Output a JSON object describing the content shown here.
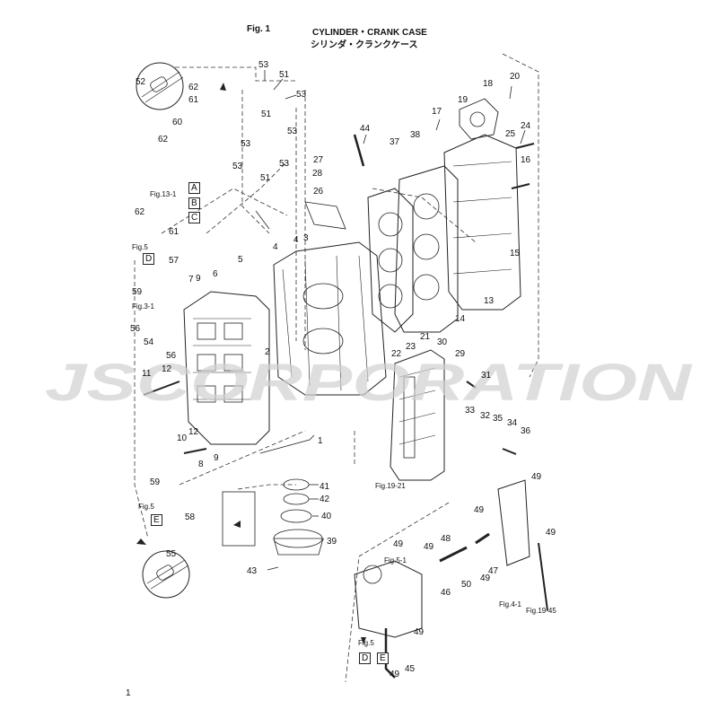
{
  "header": {
    "fig_label": "Fig. 1",
    "title_en": "CYLINDER・CRANK CASE",
    "title_jp": "シリンダ・クランクケース"
  },
  "watermark": {
    "text": "JSCORPORATION"
  },
  "page_number": "1",
  "callouts": [
    {
      "id": "c53a",
      "label": "53"
    },
    {
      "id": "c51a",
      "label": "51"
    },
    {
      "id": "c53b",
      "label": "53"
    },
    {
      "id": "c62a",
      "label": "62"
    },
    {
      "id": "c61a",
      "label": "61"
    },
    {
      "id": "c52",
      "label": "52"
    },
    {
      "id": "c51b",
      "label": "51"
    },
    {
      "id": "c53c",
      "label": "53"
    },
    {
      "id": "c60",
      "label": "60"
    },
    {
      "id": "c62b",
      "label": "62"
    },
    {
      "id": "c53d",
      "label": "53"
    },
    {
      "id": "c53e",
      "label": "53"
    },
    {
      "id": "c53f",
      "label": "53"
    },
    {
      "id": "c51c",
      "label": "51"
    },
    {
      "id": "c44",
      "label": "44"
    },
    {
      "id": "c17",
      "label": "17"
    },
    {
      "id": "c18",
      "label": "18"
    },
    {
      "id": "c19",
      "label": "19"
    },
    {
      "id": "c20",
      "label": "20"
    },
    {
      "id": "c24",
      "label": "24"
    },
    {
      "id": "c25",
      "label": "25"
    },
    {
      "id": "c16",
      "label": "16"
    },
    {
      "id": "c37",
      "label": "37"
    },
    {
      "id": "c38",
      "label": "38"
    },
    {
      "id": "c27",
      "label": "27"
    },
    {
      "id": "c28",
      "label": "28"
    },
    {
      "id": "c26",
      "label": "26"
    },
    {
      "id": "cA",
      "label": "A"
    },
    {
      "id": "cB",
      "label": "B"
    },
    {
      "id": "cC",
      "label": "C"
    },
    {
      "id": "c62c",
      "label": "62"
    },
    {
      "id": "c61b",
      "label": "61"
    },
    {
      "id": "c4a",
      "label": "4"
    },
    {
      "id": "c3",
      "label": "3"
    },
    {
      "id": "c4b",
      "label": "4"
    },
    {
      "id": "c57",
      "label": "57"
    },
    {
      "id": "cD1",
      "label": "D"
    },
    {
      "id": "c5",
      "label": "5"
    },
    {
      "id": "c6",
      "label": "6"
    },
    {
      "id": "c7",
      "label": "7"
    },
    {
      "id": "c9a",
      "label": "9"
    },
    {
      "id": "c59a",
      "label": "59"
    },
    {
      "id": "c56a",
      "label": "56"
    },
    {
      "id": "c54",
      "label": "54"
    },
    {
      "id": "c56b",
      "label": "56"
    },
    {
      "id": "c2",
      "label": "2"
    },
    {
      "id": "c11",
      "label": "11"
    },
    {
      "id": "c12a",
      "label": "12"
    },
    {
      "id": "c15",
      "label": "15"
    },
    {
      "id": "c13",
      "label": "13"
    },
    {
      "id": "c14",
      "label": "14"
    },
    {
      "id": "c21",
      "label": "21"
    },
    {
      "id": "c22",
      "label": "22"
    },
    {
      "id": "c23",
      "label": "23"
    },
    {
      "id": "c30",
      "label": "30"
    },
    {
      "id": "c29",
      "label": "29"
    },
    {
      "id": "c31",
      "label": "31"
    },
    {
      "id": "c33",
      "label": "33"
    },
    {
      "id": "c32",
      "label": "32"
    },
    {
      "id": "c35",
      "label": "35"
    },
    {
      "id": "c34",
      "label": "34"
    },
    {
      "id": "c36",
      "label": "36"
    },
    {
      "id": "c12b",
      "label": "12"
    },
    {
      "id": "c10",
      "label": "10"
    },
    {
      "id": "c9b",
      "label": "9"
    },
    {
      "id": "c8",
      "label": "8"
    },
    {
      "id": "c1",
      "label": "1"
    },
    {
      "id": "c41",
      "label": "41"
    },
    {
      "id": "c42",
      "label": "42"
    },
    {
      "id": "c40",
      "label": "40"
    },
    {
      "id": "c39",
      "label": "39"
    },
    {
      "id": "c43",
      "label": "43"
    },
    {
      "id": "c59b",
      "label": "59"
    },
    {
      "id": "cE1",
      "label": "E"
    },
    {
      "id": "c58",
      "label": "58"
    },
    {
      "id": "c55",
      "label": "55"
    },
    {
      "id": "c49a",
      "label": "49"
    },
    {
      "id": "c49b",
      "label": "49"
    },
    {
      "id": "c49c",
      "label": "49"
    },
    {
      "id": "c48",
      "label": "48"
    },
    {
      "id": "c49d",
      "label": "49"
    },
    {
      "id": "c49e",
      "label": "49"
    },
    {
      "id": "c47",
      "label": "47"
    },
    {
      "id": "c50",
      "label": "50"
    },
    {
      "id": "c49f",
      "label": "49"
    },
    {
      "id": "c46",
      "label": "46"
    },
    {
      "id": "c49g",
      "label": "49"
    },
    {
      "id": "cD2",
      "label": "D"
    },
    {
      "id": "cE2",
      "label": "E"
    },
    {
      "id": "c45",
      "label": "45"
    },
    {
      "id": "c49h",
      "label": "49"
    }
  ],
  "figure_refs": [
    {
      "id": "r13",
      "label": "Fig.13-1"
    },
    {
      "id": "r5a",
      "label": "Fig.5"
    },
    {
      "id": "r31",
      "label": "Fig.3-1"
    },
    {
      "id": "r1921",
      "label": "Fig.19-21"
    },
    {
      "id": "r5b",
      "label": "Fig.5"
    },
    {
      "id": "r51",
      "label": "Fig.5-1"
    },
    {
      "id": "r41",
      "label": "Fig.4-1"
    },
    {
      "id": "r1945",
      "label": "Fig.19-45"
    },
    {
      "id": "r5c",
      "label": "Fig.5"
    }
  ]
}
